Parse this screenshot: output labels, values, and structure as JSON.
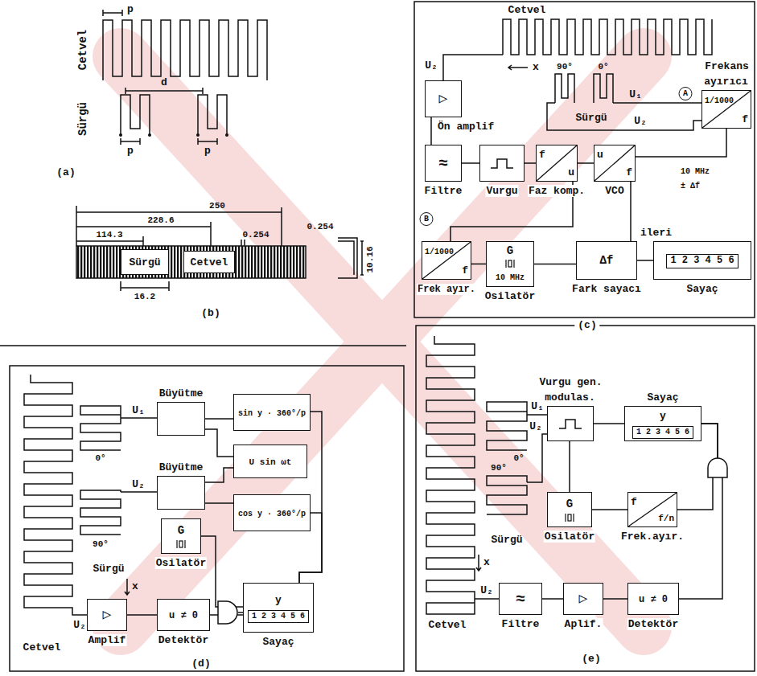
{
  "diagram": {
    "nodes": [
      {
        "text": [
          "Sürgü"
        ]
      },
      {
        "text": [
          "Cetvel"
        ]
      },
      {
        "text": [
          "▷",
          "Ön amplif"
        ]
      },
      {
        "text": [
          "Frekans ayırıcı",
          "1/1000",
          "f"
        ]
      },
      {
        "text": [
          "≈",
          "Filtre"
        ]
      },
      {
        "text": [
          "Vurgu"
        ]
      },
      {
        "text": [
          "f",
          "u",
          "Faz komp."
        ]
      },
      {
        "text": [
          "u",
          "f",
          "VCO"
        ]
      },
      {
        "text": [
          "1/1000",
          "f",
          "Frek ayır."
        ]
      },
      {
        "text": [
          "G",
          "10 MHz",
          "Osilatör"
        ]
      },
      {
        "text": [
          "Δf",
          "Fark sayacı"
        ]
      },
      {
        "text": [
          "1 2 3 4 5 6",
          "Sayaç"
        ]
      },
      {
        "text": [
          "Büyütme"
        ]
      },
      {
        "text": [
          "sin y · 360°/p"
        ]
      },
      {
        "text": [
          "U sin ωt"
        ]
      },
      {
        "text": [
          "Büyütme"
        ]
      },
      {
        "text": [
          "cos y · 360°/p"
        ]
      },
      {
        "text": [
          "G",
          "Osilatör"
        ]
      },
      {
        "text": [
          "▷",
          "Amplif"
        ]
      },
      {
        "text": [
          "u ≠ 0",
          "Detektör"
        ]
      },
      {
        "text": [
          "y",
          "1 2 3 4 5 6",
          "Sayaç"
        ]
      },
      {
        "text": [
          "Vurgu gen. modulas."
        ]
      },
      {
        "text": [
          "Sayaç",
          "y",
          "1 2 3 4 5 6"
        ]
      },
      {
        "text": [
          "G",
          "Osilatör"
        ]
      },
      {
        "text": [
          "f",
          "f/n",
          "Frek.ayır."
        ]
      },
      {
        "text": [
          "≈",
          "Filtre"
        ]
      },
      {
        "text": [
          "▷",
          "Aplif."
        ]
      },
      {
        "text": [
          "u ≠ 0",
          "Detektör"
        ]
      }
    ],
    "edges": [
      {
        "from": 2,
        "to": 4,
        "arrow": "none"
      },
      {
        "from": 4,
        "to": 5,
        "arrow": "none"
      },
      {
        "from": 5,
        "to": 6,
        "arrow": "none"
      },
      {
        "from": 6,
        "to": 7,
        "arrow": "none"
      },
      {
        "from": 7,
        "to": 3,
        "label": "10 MHz ± Δf",
        "arrow": "none"
      },
      {
        "from": 9,
        "to": 8,
        "arrow": "none"
      },
      {
        "from": 8,
        "to": 6,
        "arrow": "none"
      },
      {
        "from": 9,
        "to": 10,
        "arrow": "none"
      },
      {
        "from": 7,
        "to": 10,
        "arrow": "none"
      },
      {
        "from": 10,
        "to": 11,
        "label": "ileri",
        "arrow": "none"
      },
      {
        "from": 12,
        "to": 13,
        "arrow": "none"
      },
      {
        "from": 12,
        "to": 14,
        "arrow": "none"
      },
      {
        "from": 15,
        "to": 14,
        "arrow": "none"
      },
      {
        "from": 15,
        "to": 16,
        "arrow": "none"
      },
      {
        "from": 18,
        "to": 19,
        "arrow": "none"
      },
      {
        "from": 17,
        "to": 20,
        "arrow": "none"
      },
      {
        "from": 19,
        "to": 20,
        "arrow": "none"
      },
      {
        "from": 20,
        "to": 13,
        "arrow": "none"
      },
      {
        "from": 20,
        "to": 16,
        "arrow": "none"
      },
      {
        "from": 23,
        "to": 21,
        "arrow": "none"
      },
      {
        "from": 23,
        "to": 24,
        "arrow": "none"
      },
      {
        "from": 24,
        "to": 22,
        "arrow": "none"
      },
      {
        "from": 27,
        "to": 22,
        "arrow": "none"
      },
      {
        "from": 21,
        "to": 22,
        "arrow": "none"
      },
      {
        "from": 25,
        "to": 26,
        "arrow": "none"
      },
      {
        "from": 26,
        "to": 27,
        "arrow": "none"
      }
    ],
    "labels": [
      "Cetvel",
      "Sürgü",
      "p",
      "d",
      "p",
      "p",
      "(a)",
      "114.3",
      "228.6",
      "250",
      "0.254",
      "0.254",
      "16.2",
      "10.16",
      "(b)",
      "Cetvel",
      "x",
      "90°",
      "0°",
      "U₁",
      "A",
      "U₂",
      "Sürgü",
      "U₂",
      "B",
      "(c)",
      "Cetvel",
      "Sürgü",
      "x",
      "U₁",
      "0°",
      "U₂",
      "90°",
      "U₂",
      "(d)",
      "Cetvel",
      "Sürgü",
      "x",
      "U₁",
      "U₂",
      "0°",
      "90°",
      "U₂",
      "(e)"
    ]
  }
}
